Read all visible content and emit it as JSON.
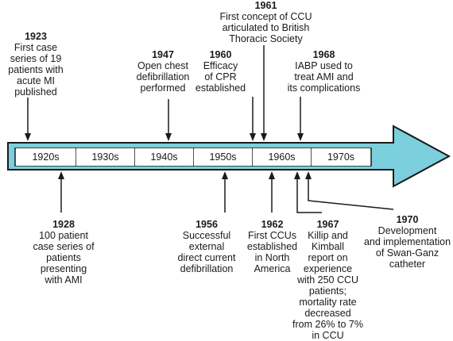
{
  "decades": [
    "1920s",
    "1930s",
    "1940s",
    "1950s",
    "1960s",
    "1970s"
  ],
  "events_above": [
    {
      "year": "1923",
      "text": "First case\nseries of 19\npatients with\nacute MI\npublished"
    },
    {
      "year": "1947",
      "text": "Open chest\ndefibrillation\nperformed"
    },
    {
      "year": "1960",
      "text": "Efficacy\nof CPR\nestablished"
    },
    {
      "year": "1961",
      "text": "First concept of CCU\narticulated to British\nThoracic Society"
    },
    {
      "year": "1968",
      "text": "IABP used to\ntreat AMI and\nits complications"
    }
  ],
  "events_below": [
    {
      "year": "1928",
      "text": "100 patient\ncase series of\npatients\npresenting\nwith AMI"
    },
    {
      "year": "1956",
      "text": "Successful\nexternal\ndirect current\ndefibrillation"
    },
    {
      "year": "1962",
      "text": "First CCUs\nestablished\nin North\nAmerica"
    },
    {
      "year": "1967",
      "text": "Killip and\nKimball\nreport on\nexperience\nwith 250 CCU\npatients;\nmortality rate\ndecreased\nfrom 26% to 7%\nin CCU"
    },
    {
      "year": "1970",
      "text": "Development\nand implementation\nof Swan-Ganz\ncatheter"
    }
  ],
  "colors": {
    "arrow_fill": "#7ccfdc",
    "outline": "#1a1a1a"
  }
}
